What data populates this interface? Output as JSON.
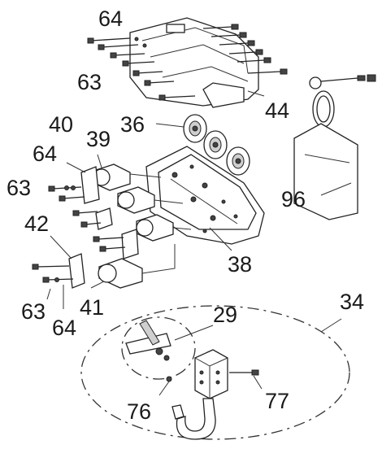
{
  "labels": {
    "p64_top": "64",
    "p63_top": "63",
    "p44": "44",
    "p36": "36",
    "p40": "40",
    "p39": "39",
    "p64_mid": "64",
    "p63_mid": "63",
    "p96": "96",
    "p42": "42",
    "p38": "38",
    "p63_bot": "63",
    "p41": "41",
    "p64_bot": "64",
    "p34": "34",
    "p29": "29",
    "p76": "76",
    "p77": "77"
  }
}
